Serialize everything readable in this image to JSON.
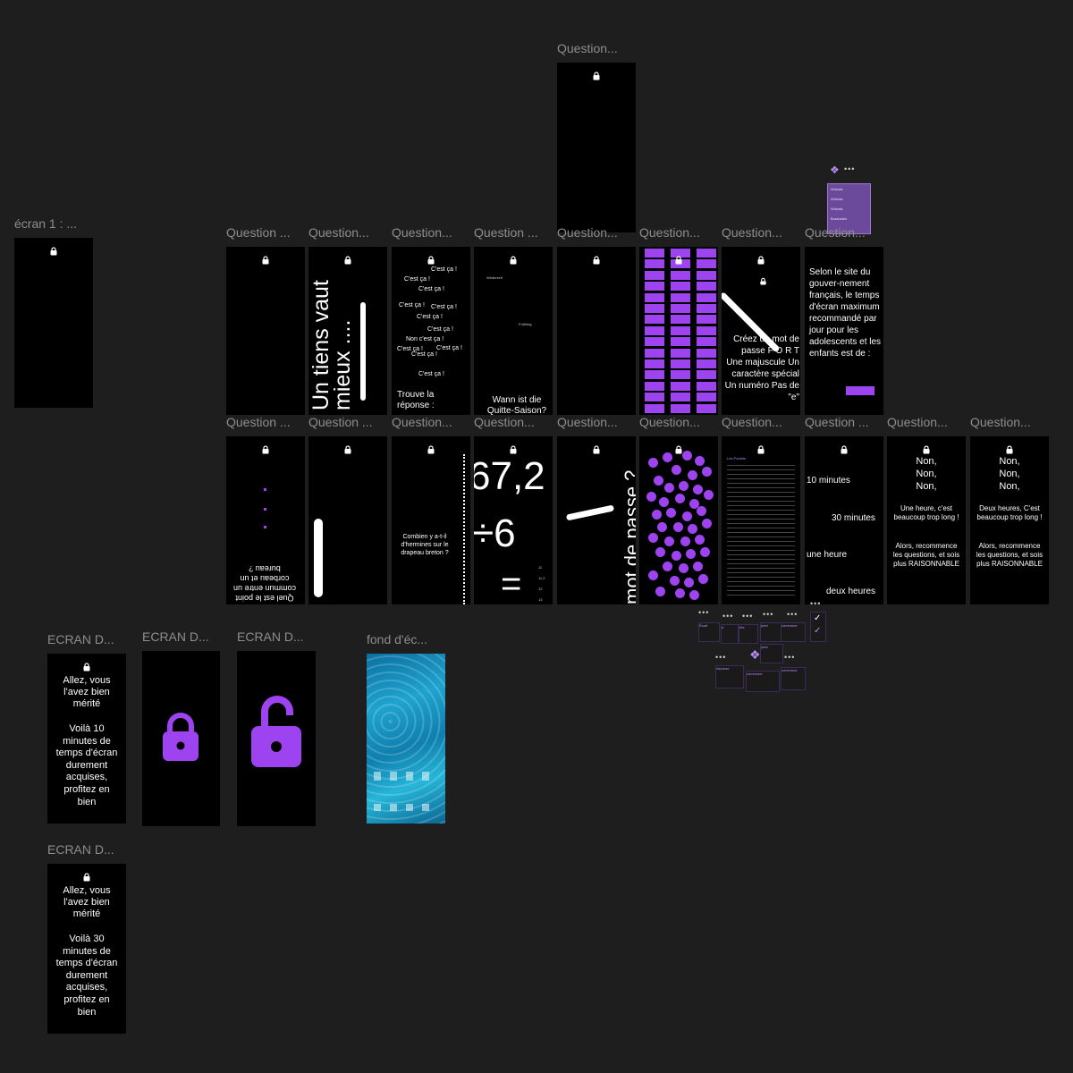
{
  "canvas": {
    "background": "#1e1e1e",
    "accent": "#9d43f0"
  },
  "titles": {
    "ecran1": "écran 1 : ...",
    "q_top": "Question...",
    "row1": [
      "Question ...",
      "Question...",
      "Question...",
      "Question ...",
      "Question...",
      "Question...",
      "Question...",
      "Question..."
    ],
    "row2": [
      "Question ...",
      "Question ...",
      "Question...",
      "Question...",
      "Question...",
      "Question...",
      "Question...",
      "Question ...",
      "Question...",
      "Question..."
    ],
    "ecran_d": [
      "ECRAN D...",
      "ECRAN D...",
      "ECRAN D...",
      "ECRAN D..."
    ],
    "fond": "fond d'éc..."
  },
  "screens": {
    "q2_big": "Un tiens vaut mieux ....",
    "q3_lines": [
      "C'est ça !",
      "C'est ça !",
      "C'est ça !",
      "C'est ça !",
      "C'est ça !",
      "C'est ça !",
      "C'est ça !",
      "Non c'est ça !",
      "C'est ça !",
      "C'est ça !",
      "C'est ça !",
      "C'est ça !"
    ],
    "q3_bottom": "Trouve la réponse :",
    "q4_question": "Wann ist die Quitte-Saison?",
    "q4_small": [
      "Winterzeit",
      "Frühling"
    ],
    "q7_text": "Créez un mot de passe F O R T Une majuscule Un caractère spécial Un numéro Pas de \"e\"",
    "q8_text": "Selon le site du gouver-nement français, le temps d'écran maximum recommandé par jour pour les adolescents et les enfants est de :",
    "r1_text": "Quel est le point commun entre un corbeau et un bureau ?",
    "r3_text": "Combien y a-t-il d'hermines sur le drapeau breton ?",
    "r4_big": [
      "67,2",
      "÷6",
      "="
    ],
    "r4_small": [
      "11",
      "11,2",
      "12",
      "13"
    ],
    "r5_big": "mot de passe ?",
    "r7_title": "Les Poulets",
    "r8_options": [
      "10 minutes",
      "30 minutes",
      "une heure",
      "deux heures"
    ],
    "r9_text": [
      "Non,",
      "Non,",
      "Non,",
      "Une heure, c'est beaucoup trop long !",
      "Alors, recommence les questions, et sois plus RAISONNABLE"
    ],
    "r10_text": [
      "Non,",
      "Non,",
      "Non,",
      "Deux heures, C'est beaucoup trop long !",
      "Alors, recommence les questions, et sois plus RAISONNABLE"
    ],
    "ecran_d1": [
      "Allez, vous l'avez bien mérité",
      "Voilà 10 minutes de temps d'écran durement acquises, profitez en bien"
    ],
    "ecran_d4": [
      "Allez, vous l'avez bien mérité",
      "Voilà 30 minutes de temps d'écran durement acquises, profitez en bien"
    ]
  },
  "components": {
    "dropdown_items": [
      "Wheats",
      "Wheats",
      "Wheats",
      "Bradosfes"
    ],
    "variants": [
      "Écart",
      "Ecart",
      "à",
      "ete",
      "peer",
      "commune",
      "commune",
      "réponse",
      "peer",
      "commune",
      "commune",
      "commune"
    ]
  }
}
